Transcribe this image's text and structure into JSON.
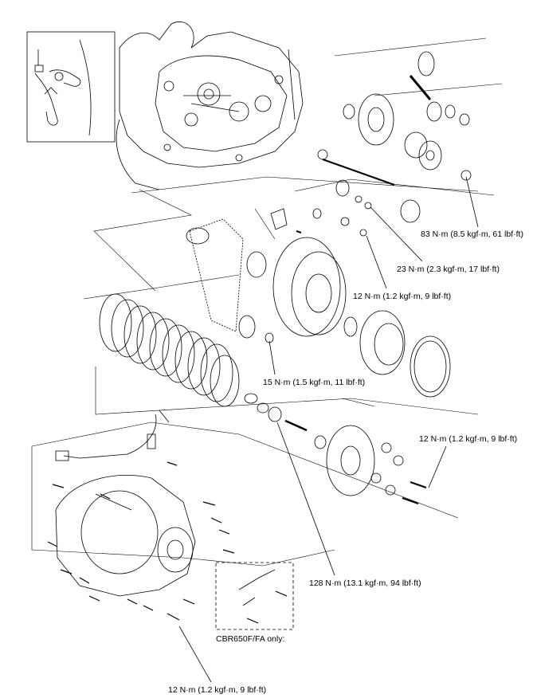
{
  "labels": {
    "torque_83": "83 N·m (8.5 kgf·m, 61 lbf·ft)",
    "torque_23": "23 N·m (2.3 kgf·m, 17 lbf·ft)",
    "torque_12_top": "12 N·m (1.2 kgf·m, 9 lbf·ft)",
    "torque_15": "15 N·m (1.5 kgf·m, 11 lbf·ft)",
    "torque_12_spring": "12 N·m (1.2 kgf·m, 9 lbf·ft)",
    "torque_128": "128 N·m (13.1 kgf·m, 94 lbf·ft)",
    "model_note": "CBR650F/FA only:",
    "torque_12_bottom": "12 N·m (1.2 kgf·m, 9 lbf·ft)"
  },
  "colors": {
    "line": "#000000",
    "background": "#ffffff"
  }
}
